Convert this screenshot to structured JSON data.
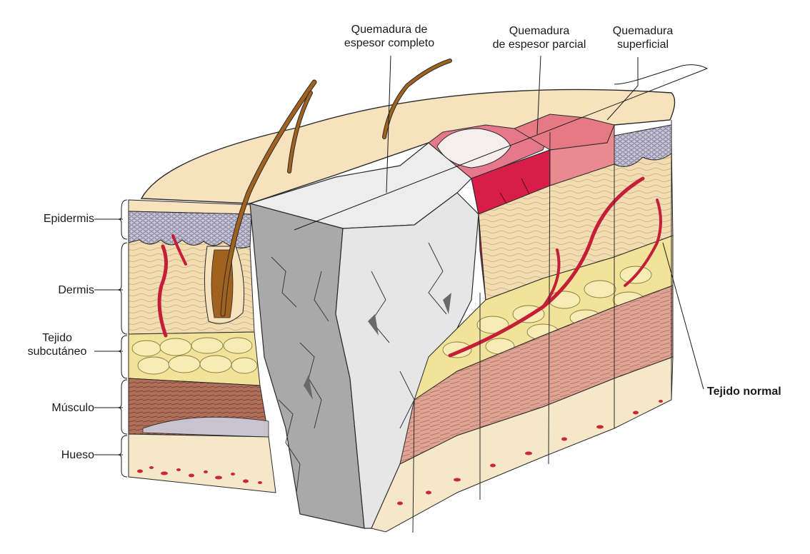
{
  "labels": {
    "full_thickness": [
      "Quemadura de",
      "espesor completo"
    ],
    "partial_thickness": [
      "Quemadura",
      "de espesor parcial"
    ],
    "superficial": [
      "Quemadura",
      "superficial"
    ],
    "epidermis": "Epidermis",
    "dermis": "Dermis",
    "subcutaneous": [
      "Tejido",
      "subcutáneo"
    ],
    "muscle": "Músculo",
    "bone": "Hueso",
    "normal_tissue": "Tejido normal"
  },
  "colors": {
    "skin_top": "#f6e3bd",
    "epidermis": "#c9c5d9",
    "dermis": "#f2dcb2",
    "fat": "#f2e39a",
    "muscle": "#b06f5a",
    "muscle_light": "#dea393",
    "bone": "#f5e8c8",
    "bone_marrow": "#c8283c",
    "full_burn_gray": "#a9a9a9",
    "full_burn_white": "#ededed",
    "partial_burn_red": "#d81e48",
    "superficial_pink": "#e57a85",
    "vessel": "#c41e38",
    "hair": "#a0621e"
  }
}
